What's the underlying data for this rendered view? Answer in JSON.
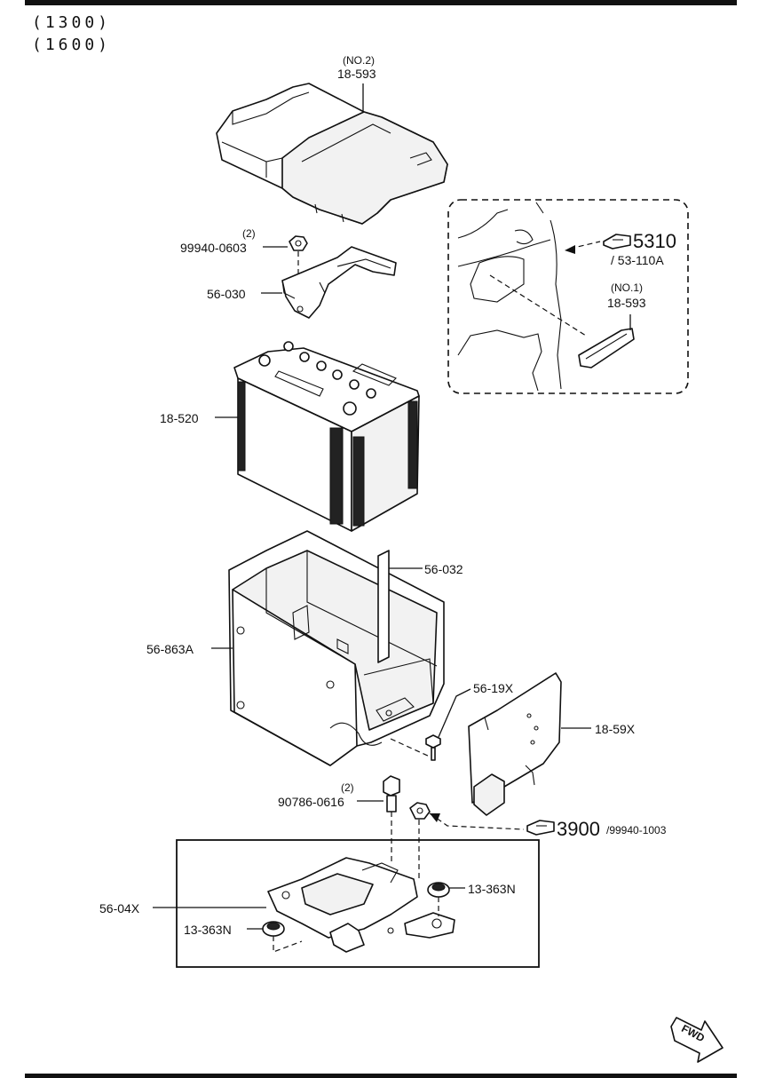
{
  "header": {
    "variant_1": "(1300)",
    "variant_2": "(1600)"
  },
  "labels": {
    "cover_no2_qualifier": "(NO.2)",
    "cover_no2": "18-593",
    "nut_qty": "(2)",
    "nut": "99940-0603",
    "clamp": "56-030",
    "battery": "18-520",
    "rod": "56-032",
    "tray": "56-863A",
    "bolt_small": "56-19X",
    "shield": "18-59X",
    "bolt_qty": "(2)",
    "bolt": "90786-0616",
    "bracket": "56-04X",
    "grommet_right": "13-363N",
    "grommet_left": "13-363N",
    "ref_group_1": "5310",
    "ref_part_1": "/ 53-110A",
    "cover_no1_qualifier": "(NO.1)",
    "cover_no1": "18-593",
    "ref_group_2": "3900",
    "ref_part_2": "/99940-1003",
    "fwd": "FWD"
  }
}
